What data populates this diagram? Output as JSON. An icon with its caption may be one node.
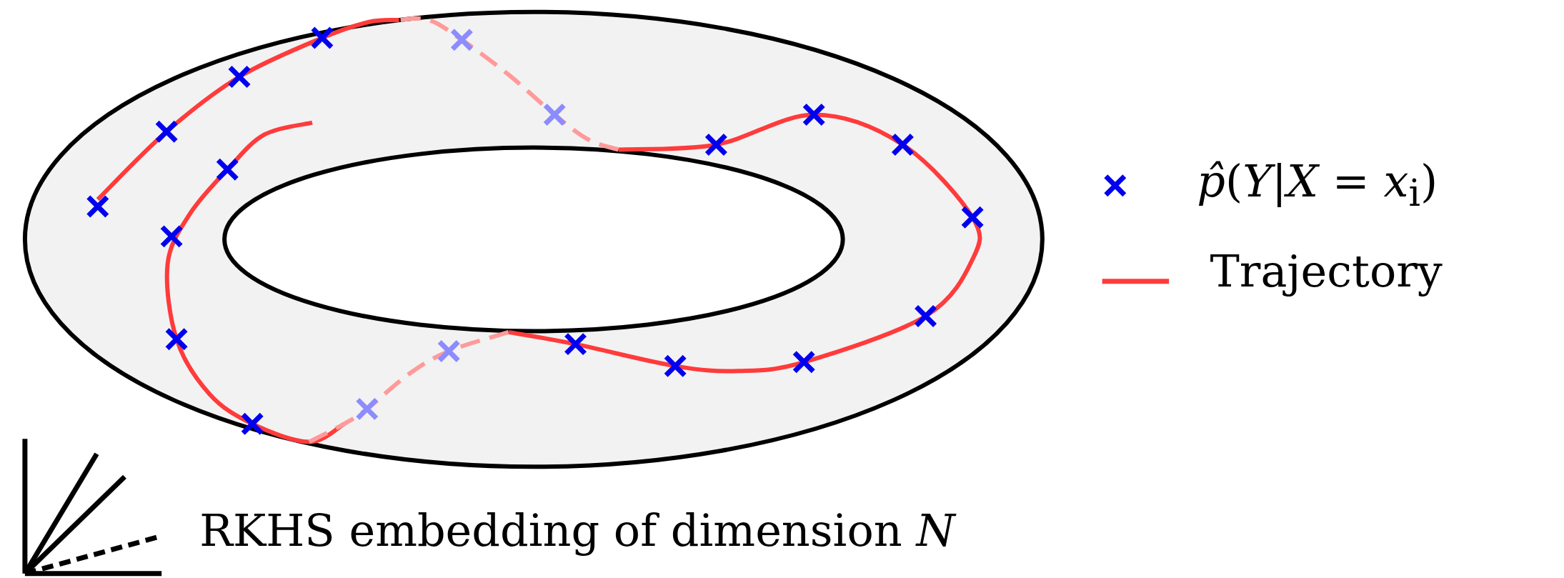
{
  "diagram": {
    "legend": [
      {
        "text": "*p̂*(*Y*|*X* = *x*$_{i}$)"
      },
      {
        "text": "Trajectory"
      }
    ],
    "labels": [
      "RKHS embedding of dimension *N*"
    ]
  }
}
